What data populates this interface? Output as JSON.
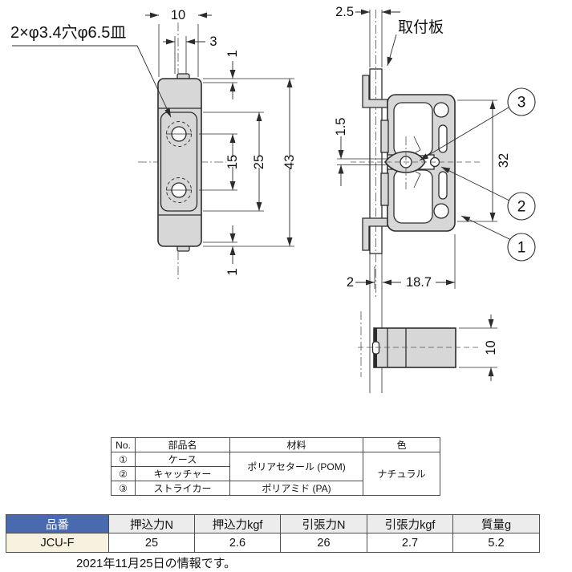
{
  "drawing": {
    "front_view": {
      "hole_note": "2×φ3.4穴φ6.5皿",
      "dim_width": "10",
      "dim_offset": "3",
      "dim_top_margin": "1",
      "dim_hole_pitch": "15",
      "dim_inner_height": "25",
      "dim_total_height": "43",
      "dim_bottom_margin": "1"
    },
    "section_view": {
      "plate_label": "取付板",
      "dim_plate_thickness": "2.5",
      "dim_slot": "1.5",
      "dim_height": "32",
      "dim_gap": "2",
      "dim_depth": "18.7",
      "callout_1": "1",
      "callout_2": "2",
      "callout_3": "3"
    },
    "bottom_view": {
      "dim_height": "10"
    }
  },
  "parts_table": {
    "col_no": "No.",
    "col_name": "部品名",
    "col_material": "材料",
    "col_color": "色",
    "row1_no": "①",
    "row1_name": "ケース",
    "row2_no": "②",
    "row2_name": "キャッチャー",
    "row3_no": "③",
    "row3_name": "ストライカー",
    "material_pom": "ポリアセタール (POM)",
    "material_pa": "ポリアミド (PA)",
    "color_value": "ナチュラル"
  },
  "spec_table": {
    "col_part_no": "品番",
    "col_push_n": "押込力N",
    "col_push_kgf": "押込力kgf",
    "col_pull_n": "引張力N",
    "col_pull_kgf": "引張力kgf",
    "col_mass": "質量g",
    "part_no": "JCU-F",
    "push_n": "25",
    "push_kgf": "2.6",
    "pull_n": "26",
    "pull_kgf": "2.7",
    "mass_g": "5.2"
  },
  "footer_note": "2021年11月25日の情報です。",
  "colors": {
    "header_blue": "#4a6ab0",
    "part_no_cream": "#f7f2df",
    "header_gray": "#ececec",
    "drawing_fill": "#d7d7d7",
    "line": "#2c2c2c"
  }
}
